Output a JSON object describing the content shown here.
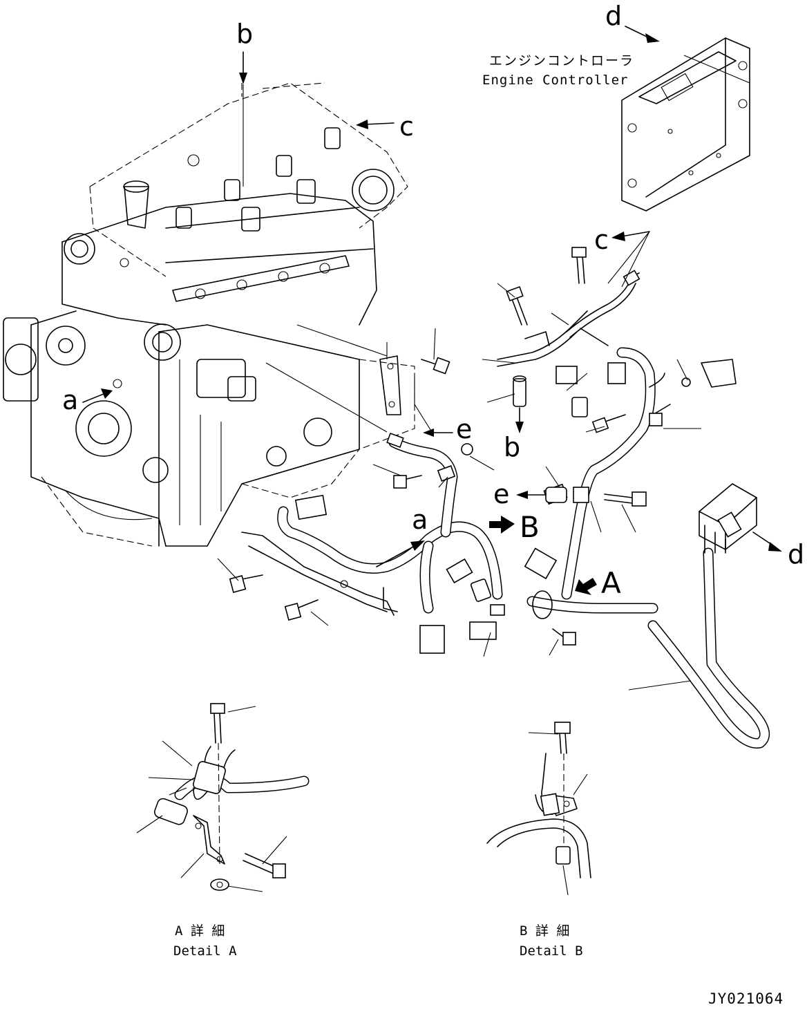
{
  "labels": {
    "ref_a_engine": "a",
    "ref_a_harness": "a",
    "ref_b_top": "b",
    "ref_b_bottom": "b",
    "ref_c_engine": "c",
    "ref_c_harness": "c",
    "ref_d_controller": "d",
    "ref_d_connector": "d",
    "ref_e_bracket": "e",
    "ref_e_collar": "e",
    "view_A": "A",
    "view_B": "B"
  },
  "engine_controller": {
    "jp": "エンジンコントローラ",
    "en": "Engine Controller"
  },
  "details": {
    "a_jp": "A 詳 細",
    "a_en": "Detail A",
    "b_jp": "B 詳 細",
    "b_en": "Detail B"
  },
  "drawing_id": "JY021064",
  "icons": [
    "arrow-icon",
    "view-arrow-icon",
    "bolt-icon",
    "collar-icon",
    "clamp-icon",
    "connector-icon"
  ]
}
